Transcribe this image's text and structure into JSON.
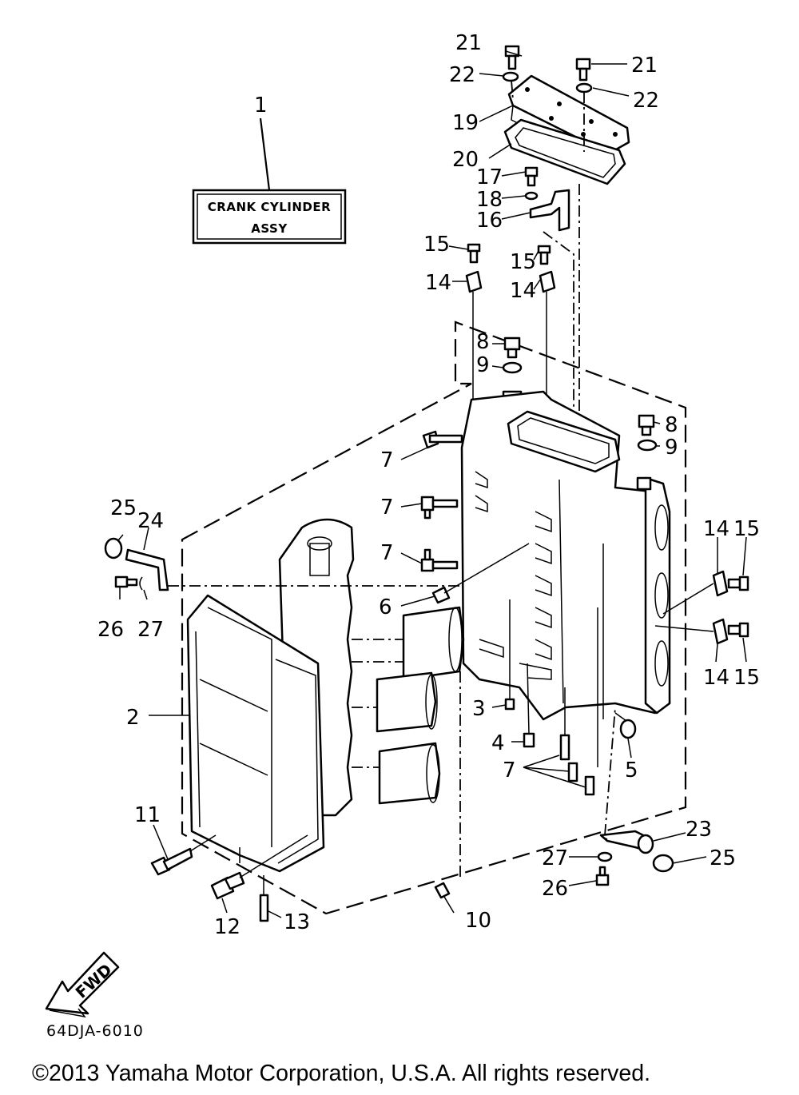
{
  "assy_box": {
    "line1": "CRANK CYLINDER",
    "line2": "ASSY"
  },
  "callouts": {
    "c1": "1",
    "c2": "2",
    "c3": "3",
    "c4": "4",
    "c5": "5",
    "c6": "6",
    "c7a": "7",
    "c7b": "7",
    "c7c": "7",
    "c7d": "7",
    "c8a": "8",
    "c8b": "8",
    "c9a": "9",
    "c9b": "9",
    "c10": "10",
    "c11": "11",
    "c12": "12",
    "c13": "13",
    "c14a": "14",
    "c14b": "14",
    "c14c": "14",
    "c14d": "14",
    "c15a": "15",
    "c15b": "15",
    "c15c": "15",
    "c15d": "15",
    "c16": "16",
    "c17": "17",
    "c18": "18",
    "c19": "19",
    "c20": "20",
    "c21a": "21",
    "c21b": "21",
    "c22a": "22",
    "c22b": "22",
    "c23": "23",
    "c24": "24",
    "c25a": "25",
    "c25b": "25",
    "c26a": "26",
    "c26b": "26",
    "c27a": "27",
    "c27b": "27"
  },
  "fwd_arrow": {
    "label": "FWD"
  },
  "diagram_code": "64DJA-6010",
  "copyright": "©2013 Yamaha Motor Corporation, U.S.A. All rights reserved."
}
